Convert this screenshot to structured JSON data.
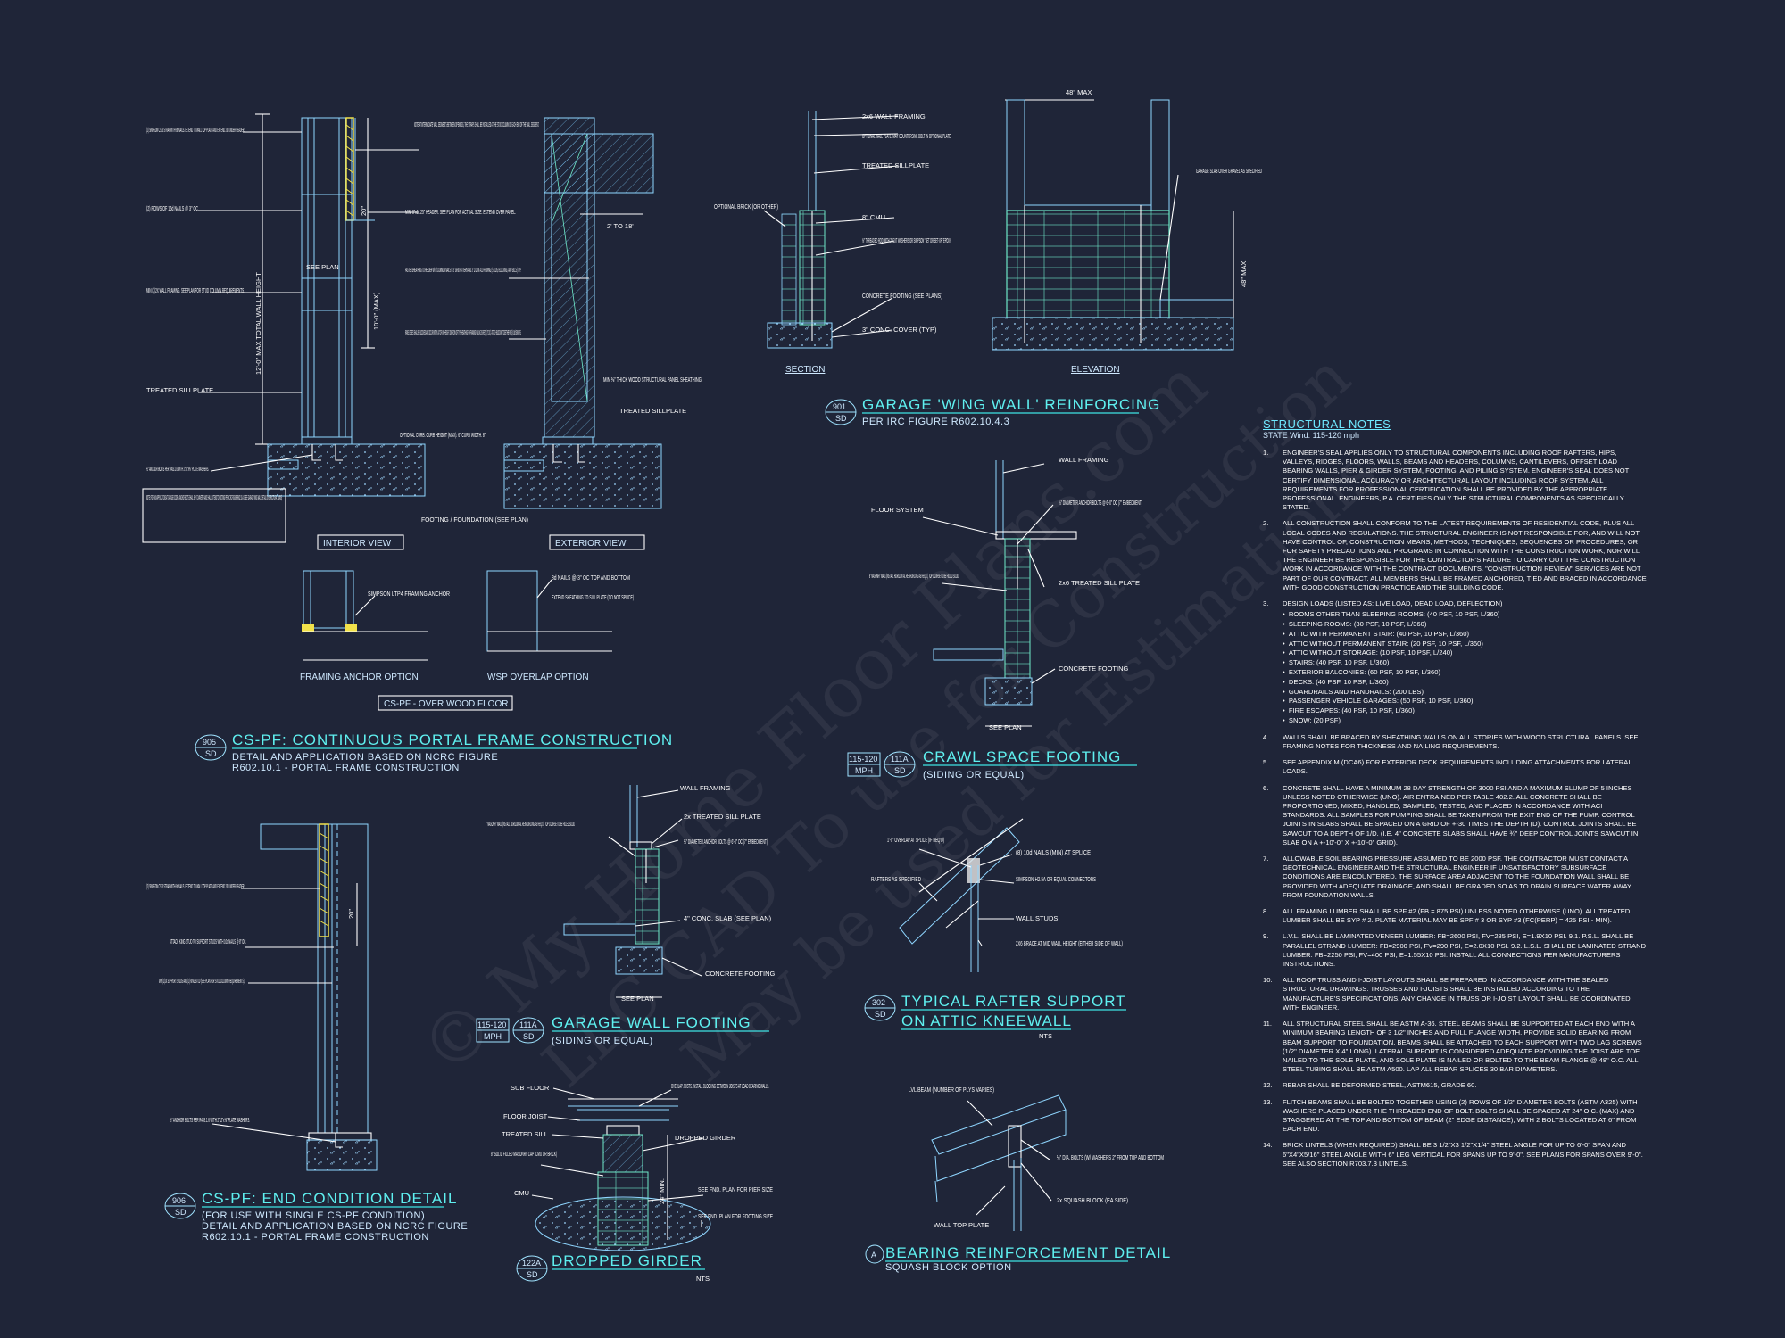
{
  "watermark": {
    "line1": "© My Home Floor Plans.com",
    "line2": "LLC CAD To use for Construction",
    "line3": "May be used for Estimations"
  },
  "detail_905": {
    "bubble_top": "905",
    "bubble_bottom": "SD",
    "title": "CS-PF: CONTINUOUS PORTAL FRAME CONSTRUCTION",
    "subtitle1": "DETAIL AND APPLICATION BASED ON NCRC FIGURE",
    "subtitle2": "R602.10.1 - PORTAL FRAME CONSTRUCTION",
    "interior_view": "INTERIOR VIEW",
    "exterior_view": "EXTERIOR VIEW",
    "framing_anchor": "FRAMING ANCHOR OPTION",
    "wsp_overlap": "WSP OVERLAP OPTION",
    "over_wood_floor": "CS-PF - OVER WOOD FLOOR",
    "see_plan": "SEE PLAN",
    "dim_total": "12'-0\" MAX TOTAL WALL HEIGHT",
    "dim_max": "10'-0\" (MAX)",
    "dim_20": "20\"",
    "dim_2to18": "2' TO 18'",
    "labels": [
      "(2) SIMPSON CS16 STRAP WITH 8d NAILS. EXTEND TO WALL TOP PLATE AND EXTEND 20\" UNDER HEADER.",
      "(2) ROWS OF 16d NAILS @ 3\" OC",
      "MIN (2)2X WALL FRAMING. SEE PLAN FOR STUD COLUMN REQUIREMENTS.",
      "TREATED SILLPLATE",
      "½\" ANCHOR BOLTS PER R403.1.6 WITH 2\"x2\"x⅜\" PLATE WASHERS.",
      "NOTE: FOR CMU APPLICATIONS AT GARAGE DOORS, ANCHOR BOLTS SHALL BE ⅝\" DIAMETER AND SHALL EXTEND TO FOOTING PER NCRC FIGURE R602.10.4.3 (SEE GARAGE 'WING WALL' DETAIL ON STRUCTURAL PLANS)",
      "NOTE: AT INTERMEDIATE WALL SEGMENTS BETWEEN OPENINGS, THE STRAPS SHALL BE INSTALLED AT THE STUD COLUMN ON EACH END OF THE WALL SEGMENT.",
      "MIN. 3\"x11.25\" HEADER. SEE PLAN FOR ACTUAL SIZE. EXTEND OVER PANEL.",
      "FASTEN SHEATHING TO HEADER W/ 8d COMMON NAILS IN 3\" GRID PATTERN AND 3\" O.C. IN ALL FRAMING (STUDS, BLOCKING, AND SILLS) TYP.",
      "PANEL EDGES SHALL BE BLOCKED AND OCCUR WITHIN 24\" OF MID-HEIGHT. ONE ROW OF TYP. SHEATHING-TO-FRAMING NAILING IS REQ'D (3\" OC). ATTACH BLOCKING TOGETHER W/ (3) 16d SINKERS.",
      "OPTIONAL CURB. CURB HEIGHT (MAX): 6\" CURB WIDTH: 8\"",
      "FOOTING / FOUNDATION (SEE PLAN)",
      "MIN ⅜\" THICK WOOD STRUCTURAL PANEL SHEATHING",
      "TREATED SILLPLATE",
      "SIMPSON LTP4 FRAMING ANCHOR",
      "8d NAILS @ 3\" OC TOP AND BOTTOM",
      "EXTEND SHEATHING TO SILL PLATE (DO NOT SPLICE)"
    ]
  },
  "detail_901": {
    "bubble_top": "901",
    "bubble_bottom": "SD",
    "title": "GARAGE 'WING WALL' REINFORCING",
    "subtitle": "PER IRC FIGURE R602.10.4.3",
    "section": "SECTION",
    "elevation": "ELEVATION",
    "dim_48max": "48\" MAX",
    "labels": [
      "2x6 WALL FRAMING",
      "OPTIONAL WALL PLATE, MAY COUNTERSINK BOLT IN OPTIONAL PLATE.",
      "TREATED SILLPLATE",
      "OPTIONAL BRICK (OR OTHER)",
      "8\" CMU",
      "⅝\" THREADED ROD WITH 2\" CUT WASHERS OR SIMPSON \"SET OR SET-XP\" EPOXY.",
      "CONCRETE FOOTING (SEE PLANS)",
      "3\" CONC. COVER (TYP)",
      "GARAGE SLAB OVER GRAVEL AS SPECIFIED"
    ]
  },
  "detail_111a": {
    "bubble_top": "111A",
    "bubble_bottom": "SD",
    "box_top": "115-120",
    "box_bottom": "MPH",
    "title": "CRAWL SPACE FOOTING",
    "subtitle": "(SIDING OR EQUAL)",
    "see_plan": "SEE PLAN",
    "labels": [
      "WALL FRAMING",
      "FLOOR SYSTEM",
      "½\" DIAMETER ANCHOR BOLTS @ 6'-0\" OC (7\" EMBEDMENT)",
      "8\" MASONRY WALL (INSTALL HORIZONTAL REINFORCING AS REQ'D). TOP COURSE TO BE FILLED SOLID",
      "2x6 TREATED SILL PLATE",
      "CONCRETE FOOTING"
    ]
  },
  "detail_906": {
    "bubble_top": "906",
    "bubble_bottom": "SD",
    "title": "CS-PF: END CONDITION DETAIL",
    "subtitle1": "(FOR USE WITH SINGLE CS-PF CONDITION)",
    "subtitle2": "DETAIL AND APPLICATION BASED ON NCRC FIGURE",
    "subtitle3": "R602.10.1 - PORTAL FRAME CONSTRUCTION",
    "dim_20": "20\"",
    "labels": [
      "(2) SIMPSON CS16 STRAP WITH 8d NAILS. EXTEND TO WALL TOP PLATE AND EXTEND 20\" UNDER HEADER.",
      "ATTACH KING STUD TO SUPPORT STUDS WITH 10d NAILS @ 8\" OC.",
      "MIN (2)2X SUPPORT STUDS AND (1) KING STUD (SEE PLAN FOR STUD COLUMN REQUIREMENTS).",
      "½\" ANCHOR BOLTS PER R403.1.6 WITH 2\"x2\"x⅜\" PLATE WASHERS."
    ]
  },
  "detail_111a_garage": {
    "bubble_top": "111A",
    "bubble_bottom": "SD",
    "box_top": "115-120",
    "box_bottom": "MPH",
    "title": "GARAGE WALL FOOTING",
    "subtitle": "(SIDING OR EQUAL)",
    "see_plan": "SEE PLAN",
    "labels": [
      "WALL FRAMING",
      "2x TREATED SILL PLATE",
      "8\" MASONRY WALL (INSTALL HORIZONTAL REINFORCING AS REQ'D). TOP COURSE TO BE FILLED SOLID",
      "½\" DIAMETER ANCHOR BOLTS @ 6'-0\" OC (7\" EMBEDMENT)",
      "4\" CONC. SLAB (SEE PLAN)",
      "CONCRETE FOOTING"
    ]
  },
  "detail_302": {
    "bubble_top": "302",
    "bubble_bottom": "SD",
    "title1": "TYPICAL RAFTER SUPPORT",
    "title2": "ON ATTIC KNEEWALL",
    "nts": "NTS",
    "labels": [
      "1'-0\" OVERLAP AT SPLICE (IF REQ'D)",
      "RAFTERS AS SPECIFIED",
      "(8) 10d NAILS (MIN) AT SPLICE",
      "SIMPSON H2.5A OR EQUAL CONNECTORS",
      "WALL STUDS",
      "2X6 BRACE AT MID WALL HEIGHT (EITHER SIDE OF WALL)"
    ]
  },
  "detail_122a": {
    "bubble_top": "122A",
    "bubble_bottom": "SD",
    "title": "DROPPED GIRDER",
    "nts": "NTS",
    "labels": [
      "SUB FLOOR",
      "OVERLAP JOISTS. INSTALL BLOCKING BETWEEN JOISTS AT LOAD BEARING WALLS.",
      "FLOOR JOIST",
      "TREATED SILL",
      "DROPPED GIRDER",
      "8\" SOLID FILLED MASONRY CAP (CMU OR BRICK)",
      "CMU",
      "SEE FND. PLAN FOR PIER SIZE",
      "SEE FND. PLAN FOR FOOTING SIZE",
      "24\" MIN."
    ]
  },
  "detail_a": {
    "bubble": "A",
    "title": "BEARING REINFORCEMENT DETAIL",
    "subtitle": "SQUASH BLOCK OPTION",
    "labels": [
      "LVL BEAM (NUMBER OF PLYS VARIES)",
      "½\" DIA. BOLTS (W/ WASHERS 2\" FROM TOP AND BOTTOM",
      "2x SQUASH BLOCK (EA SIDE)",
      "WALL TOP PLATE"
    ]
  },
  "notes": {
    "title": "STRUCTURAL NOTES",
    "subtitle": "STATE Wind: 115-120 mph",
    "items": [
      {
        "n": "1.",
        "t": "ENGINEER'S SEAL APPLIES ONLY TO STRUCTURAL COMPONENTS INCLUDING ROOF RAFTERS, HIPS, VALLEYS, RIDGES, FLOORS, WALLS, BEAMS AND HEADERS, COLUMNS, CANTILEVERS, OFFSET LOAD BEARING WALLS, PIER & GIRDER SYSTEM, FOOTING, AND PILING SYSTEM. ENGINEER'S SEAL DOES NOT CERTIFY DIMENSIONAL ACCURACY OR ARCHITECTURAL LAYOUT INCLUDING ROOF SYSTEM. ALL REQUIREMENTS FOR PROFESSIONAL CERTIFICATION SHALL BE PROVIDED BY THE APPROPRIATE PROFESSIONAL. ENGINEERS, P.A. CERTIFIES ONLY THE STRUCTURAL COMPONENTS AS SPECIFICALLY STATED."
      },
      {
        "n": "2.",
        "t": "ALL CONSTRUCTION SHALL CONFORM TO THE LATEST REQUIREMENTS OF RESIDENTIAL CODE, PLUS ALL LOCAL CODES AND REGULATIONS. THE STRUCTURAL ENGINEER IS NOT RESPONSIBLE FOR, AND WILL NOT HAVE CONTROL OF, CONSTRUCTION MEANS, METHODS, TECHNIQUES, SEQUENCES OR PROCEDURES, OR FOR SAFETY PRECAUTIONS AND PROGRAMS IN CONNECTION WITH THE CONSTRUCTION WORK, NOR WILL THE ENGINEER BE RESPONSIBLE FOR THE CONTRACTOR'S FAILURE TO CARRY OUT THE CONSTRUCTION WORK IN ACCORDANCE WITH THE CONTRACT DOCUMENTS. \"CONSTRUCTION REVIEW\" SERVICES ARE NOT PART OF OUR CONTRACT. ALL MEMBERS SHALL BE FRAMED ANCHORED, TIED AND BRACED IN ACCORDANCE WITH GOOD CONSTRUCTION PRACTICE AND THE BUILDING CODE."
      },
      {
        "n": "3.",
        "t": "DESIGN LOADS (LISTED AS: LIVE LOAD, DEAD LOAD, DEFLECTION)"
      }
    ],
    "loads": [
      "ROOMS OTHER THAN SLEEPING ROOMS: (40 PSF, 10 PSF, L/360)",
      "SLEEPING ROOMS: (30 PSF, 10 PSF, L/360)",
      "ATTIC WITH PERMANENT STAIR: (40 PSF, 10 PSF, L/360)",
      "ATTIC WITHOUT PERMANENT STAIR: (20 PSF, 10 PSF, L/360)",
      "ATTIC WITHOUT STORAGE: (10 PSF, 10 PSF, L/240)",
      "STAIRS: (40 PSF, 10 PSF, L/360)",
      "EXTERIOR BALCONIES: (60 PSF, 10 PSF, L/360)",
      "DECKS: (40 PSF, 10 PSF, L/360)",
      "GUARDRAILS AND HANDRAILS: (200 LBS)",
      "PASSENGER VEHICLE GARAGES: (50 PSF, 10 PSF, L/360)",
      "FIRE ESCAPES: (40 PSF, 10 PSF, L/360)",
      "SNOW: (20 PSF)"
    ],
    "items2": [
      {
        "n": "4.",
        "t": "WALLS SHALL BE BRACED BY SHEATHING WALLS ON ALL STORIES WITH WOOD STRUCTURAL PANELS. SEE FRAMING NOTES FOR THICKNESS AND NAILING REQUIREMENTS."
      },
      {
        "n": "5.",
        "t": "SEE APPENDIX M (DCA6) FOR EXTERIOR DECK REQUIREMENTS INCLUDING ATTACHMENTS FOR LATERAL LOADS."
      },
      {
        "n": "6.",
        "t": "CONCRETE SHALL HAVE A MINIMUM 28 DAY STRENGTH OF 3000 PSI AND A MAXIMUM SLUMP OF 5 INCHES UNLESS NOTED OTHERWISE (UNO). AIR ENTRAINED PER TABLE 402.2. ALL CONCRETE SHALL BE PROPORTIONED, MIXED, HANDLED, SAMPLED, TESTED, AND PLACED IN ACCORDANCE WITH ACI STANDARDS. ALL SAMPLES FOR PUMPING SHALL BE TAKEN FROM THE EXIT END OF THE PUMP. CONTROL JOINTS IN SLABS SHALL BE SPACED ON A GRID OF +-30 TIMES THE DEPTH (D). CONTROL JOINTS SHALL BE SAWCUT TO A DEPTH OF 1/D. (I.E. 4\" CONCRETE SLABS SHALL HAVE ¾\" DEEP CONTROL JOINTS SAWCUT IN SLAB ON A +-10'-0\" x +-10'-0\" GRID)."
      },
      {
        "n": "7.",
        "t": "ALLOWABLE SOIL BEARING PRESSURE ASSUMED TO BE 2000 PSF. THE CONTRACTOR MUST CONTACT A GEOTECHNICAL ENGINEER AND THE STRUCTURAL ENGINEER IF UNSATISFACTORY SUBSURFACE CONDITIONS ARE ENCOUNTERED. THE SURFACE AREA ADJACENT TO THE FOUNDATION WALL SHALL BE PROVIDED WITH ADEQUATE DRAINAGE, AND SHALL BE GRADED SO AS TO DRAIN SURFACE WATER AWAY FROM FOUNDATION WALLS."
      },
      {
        "n": "8.",
        "t": "ALL FRAMING LUMBER SHALL BE SPF #2 (Fb = 875 PSI) UNLESS NOTED OTHERWISE (UNO). ALL TREATED LUMBER SHALL BE SYP # 2. PLATE MATERIAL MAY BE SPF # 3 OR SYP #3 (Fc(perp) = 425 PSI - MIN)."
      },
      {
        "n": "9.",
        "t": "L.V.L. SHALL BE LAMINATED VENEER LUMBER: Fb=2600 PSI, Fv=285 PSI, E=1.9x10 PSI. 9.1. P.S.L. SHALL BE PARALLEL STRAND LUMBER: Fb=2900 PSI, Fv=290 PSI, E=2.0x10 PSI. 9.2. L.S.L. SHALL BE LAMINATED STRAND LUMBER: Fb=2250 PSI, Fv=400 PSI, E=1.55x10 PSI. INSTALL ALL CONNECTIONS PER MANUFACTURERS INSTRUCTIONS."
      },
      {
        "n": "10.",
        "t": "ALL ROOF TRUSS AND I-JOIST LAYOUTS SHALL BE PREPARED IN ACCORDANCE WITH THE SEALED STRUCTURAL DRAWINGS. TRUSSES AND I-JOISTS SHALL BE INSTALLED ACCORDING TO THE MANUFACTURE'S SPECIFICATIONS. ANY CHANGE IN TRUSS OR I-JOIST LAYOUT SHALL BE COORDINATED WITH ENGINEER."
      },
      {
        "n": "11.",
        "t": "ALL STRUCTURAL STEEL SHALL BE ASTM A-36. STEEL BEAMS SHALL BE SUPPORTED AT EACH END WITH A MINIMUM BEARING LENGTH OF 3 1/2\" INCHES AND FULL FLANGE WIDTH. PROVIDE SOLID BEARING FROM BEAM SUPPORT TO FOUNDATION. BEAMS SHALL BE ATTACHED TO EACH SUPPORT WITH TWO LAG SCREWS (1/2\" DIAMETER x 4\" LONG). LATERAL SUPPORT IS CONSIDERED ADEQUATE PROVIDING THE JOIST ARE TOE NAILED TO THE SOLE PLATE, AND SOLE PLATE IS NAILED OR BOLTED TO THE BEAM FLANGE @ 48\" O.C. ALL STEEL TUBING SHALL BE ASTM A500. LAP ALL REBAR SPLICES 30 BAR DIAMETERS."
      },
      {
        "n": "12.",
        "t": "REBAR SHALL BE DEFORMED STEEL, ASTM615, GRADE 60."
      },
      {
        "n": "13.",
        "t": "FLITCH BEAMS SHALL BE BOLTED TOGETHER USING (2) ROWS OF 1/2\" DIAMETER BOLTS (ASTM A325) WITH WASHERS PLACED UNDER THE THREADED END OF BOLT. BOLTS SHALL BE SPACED AT 24\" O.C. (MAX) AND STAGGERED AT THE TOP AND BOTTOM OF BEAM (2\" EDGE DISTANCE), WITH 2 BOLTS LOCATED AT 6\" FROM EACH END."
      },
      {
        "n": "14.",
        "t": "BRICK LINTELS (WHEN REQUIRED) SHALL BE 3 1/2\"x3 1/2\"x1/4\" STEEL ANGLE FOR UP TO 6'-0\" SPAN AND 6\"x4\"x5/16\" STEEL ANGLE WITH 6\" LEG VERTICAL FOR SPANS UP TO 9'-0\". SEE PLANS FOR SPANS OVER 9'-0\". SEE ALSO SECTION R703.7.3 LINTELS."
      }
    ]
  }
}
